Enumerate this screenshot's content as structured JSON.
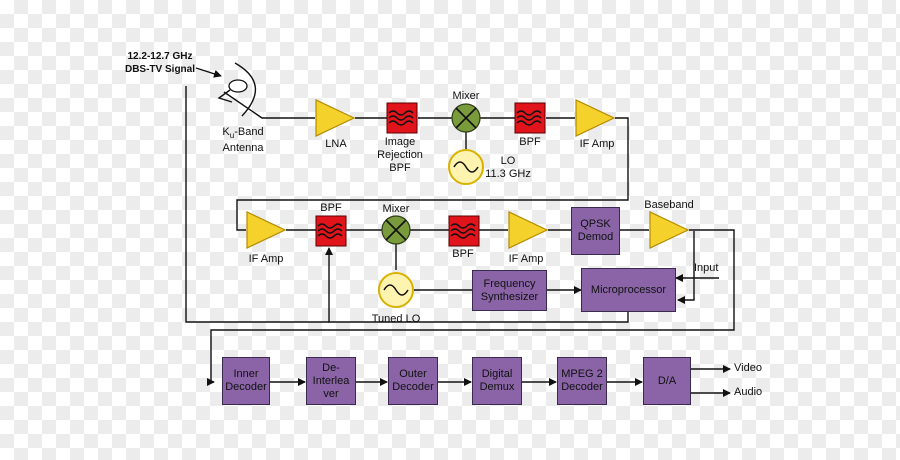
{
  "signal": {
    "line1": "12.2-12.7 GHz",
    "line2": "DBS-TV Signal"
  },
  "antenna": {
    "base": "K",
    "sub": "u",
    "rest": "-Band",
    "line2": "Antenna"
  },
  "row1": {
    "lna": "LNA",
    "image_bpf": [
      "Image",
      "Rejection",
      "BPF"
    ],
    "mixer": "Mixer",
    "bpf": "BPF",
    "if_amp": "IF Amp",
    "lo": [
      "LO",
      "11.3 GHz"
    ]
  },
  "row2": {
    "if_amp": "IF Amp",
    "bpf_top": "BPF",
    "mixer": "Mixer",
    "bpf": "BPF",
    "if_amp2": "IF Amp",
    "qpsk": "QPSK\nDemod",
    "baseband": "Baseband",
    "tuned_lo": "Tuned LO"
  },
  "control": {
    "freq_synth": "Frequency\nSynthesizer",
    "microprocessor": "Microprocessor",
    "input": "Input"
  },
  "row3": {
    "inner_decoder": "Inner\nDecoder",
    "deinterleaver": "De-\nInterlea\nver",
    "outer_decoder": "Outer\nDecoder",
    "digital_demux": "Digital\nDemux",
    "mpeg2_decoder": "MPEG 2\nDecoder",
    "da": "D/A",
    "video": "Video",
    "audio": "Audio"
  },
  "colors": {
    "purple_block": "#8a64a6",
    "filter_red": "#e2141b",
    "mixer_green": "#7a9b3c",
    "amp_yellow": "#f5d12b",
    "oscillator_fill": "#fff3b0"
  }
}
